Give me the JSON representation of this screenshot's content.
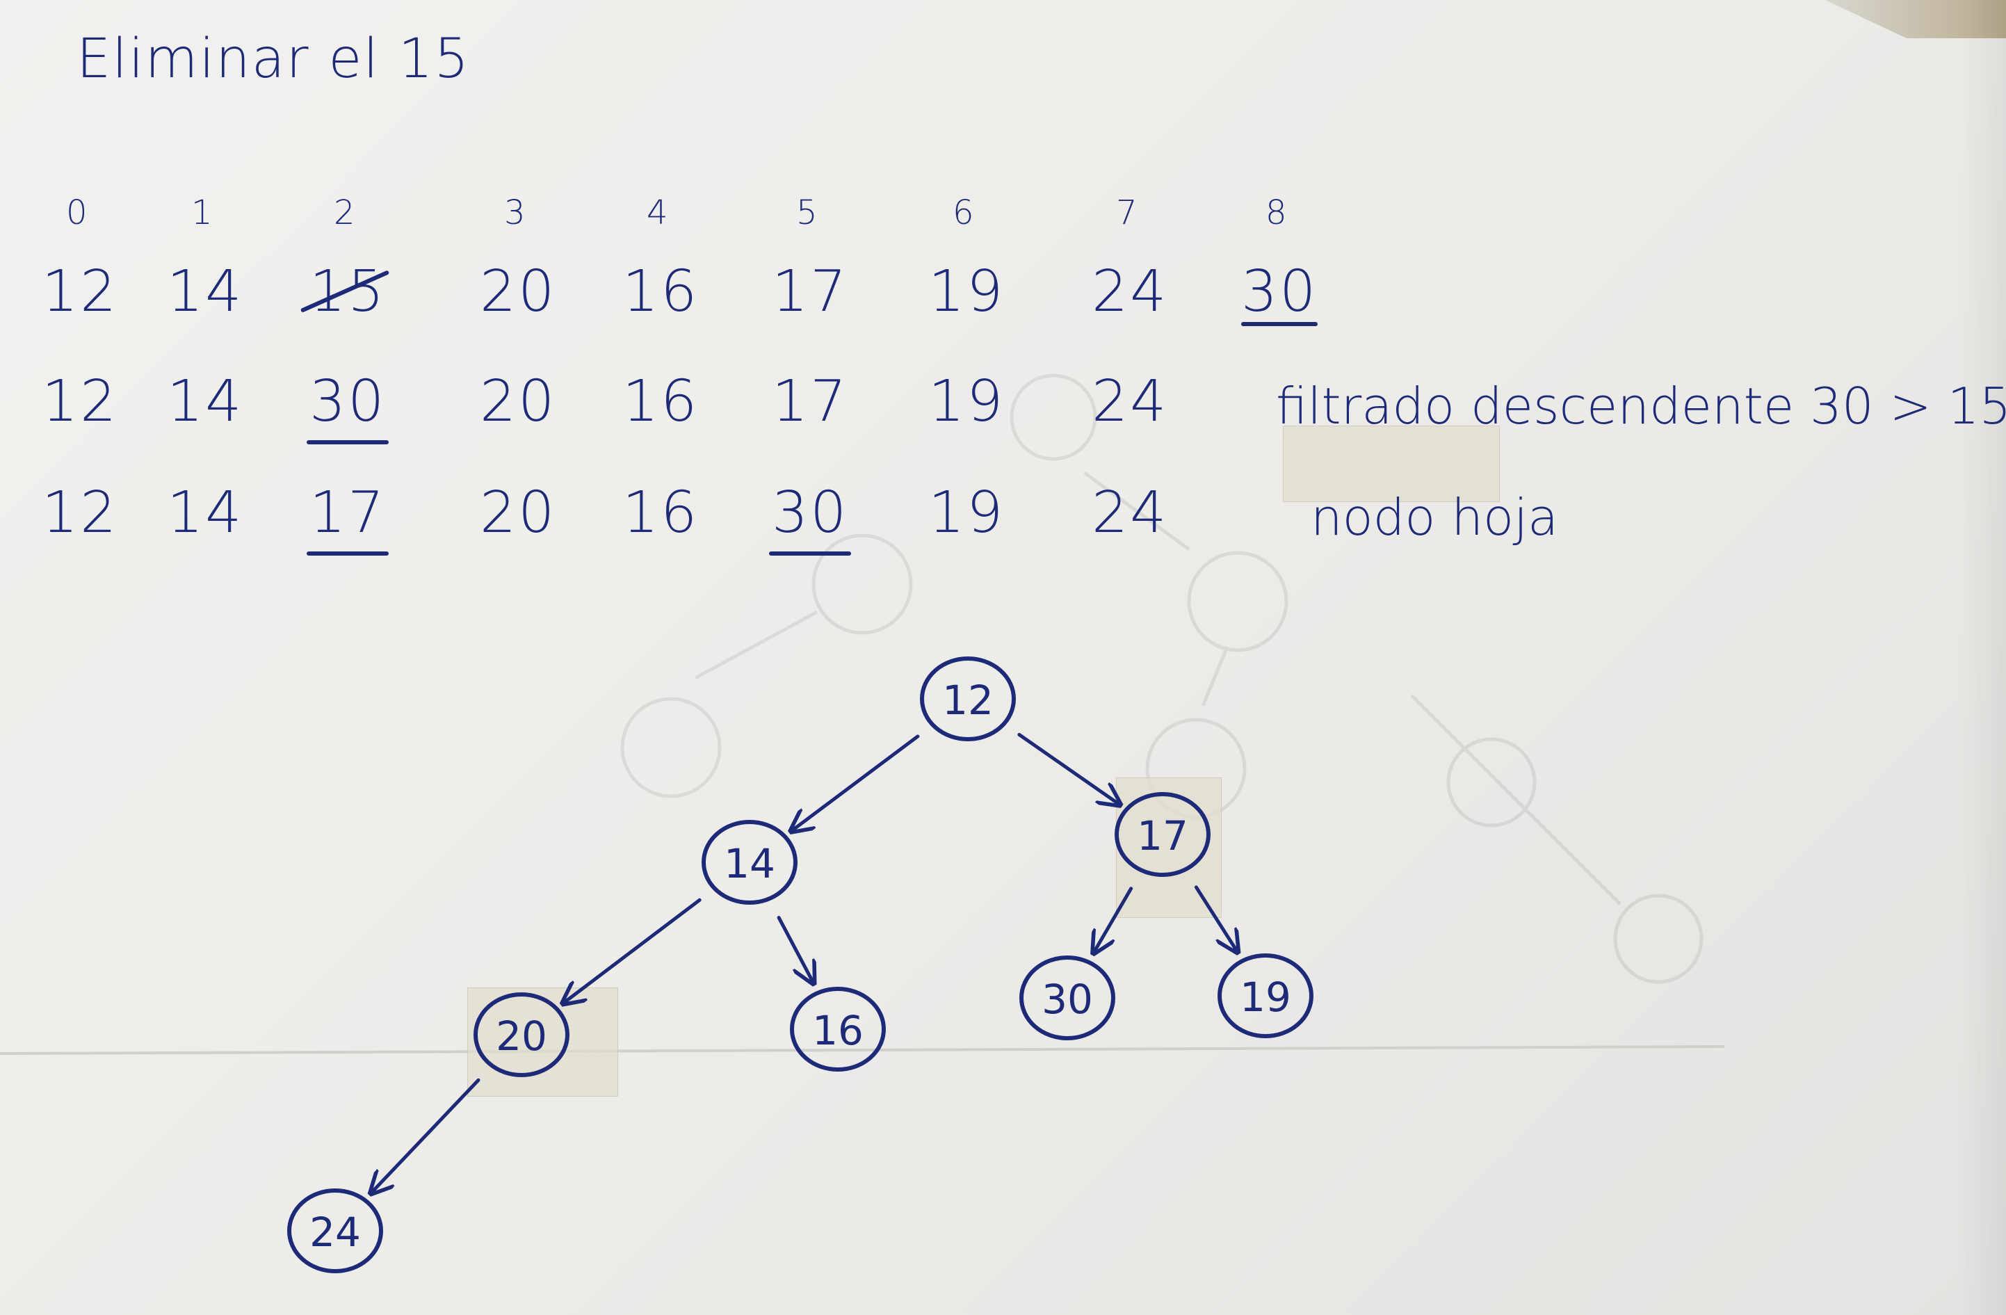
{
  "title": "Eliminar el 15",
  "indices": [
    "0",
    "1",
    "2",
    "3",
    "4",
    "5",
    "6",
    "7",
    "8"
  ],
  "rows": [
    {
      "values": [
        "12",
        "14",
        "15",
        "20",
        "16",
        "17",
        "19",
        "24",
        "30"
      ],
      "struck": [
        2
      ],
      "underlined": [
        8
      ],
      "note": ""
    },
    {
      "values": [
        "12",
        "14",
        "30",
        "20",
        "16",
        "17",
        "19",
        "24"
      ],
      "struck": [],
      "underlined": [
        2
      ],
      "note": "filtrado descendente 30 > 15"
    },
    {
      "values": [
        "12",
        "14",
        "17",
        "20",
        "16",
        "30",
        "19",
        "24"
      ],
      "struck": [],
      "underlined": [
        2,
        5
      ],
      "note": "nodo hoja"
    }
  ],
  "tree": {
    "nodes": [
      {
        "id": "n12",
        "label": "12"
      },
      {
        "id": "n14",
        "label": "14"
      },
      {
        "id": "n17",
        "label": "17"
      },
      {
        "id": "n20",
        "label": "20"
      },
      {
        "id": "n16",
        "label": "16"
      },
      {
        "id": "n30",
        "label": "30"
      },
      {
        "id": "n19",
        "label": "19"
      },
      {
        "id": "n24",
        "label": "24"
      }
    ],
    "edges": [
      [
        "n12",
        "n14"
      ],
      [
        "n12",
        "n17"
      ],
      [
        "n14",
        "n20"
      ],
      [
        "n14",
        "n16"
      ],
      [
        "n17",
        "n30"
      ],
      [
        "n17",
        "n19"
      ],
      [
        "n20",
        "n24"
      ]
    ]
  },
  "colors": {
    "ink": "#1c2a78",
    "paper": "#efefec",
    "tape": "#e1decd"
  }
}
